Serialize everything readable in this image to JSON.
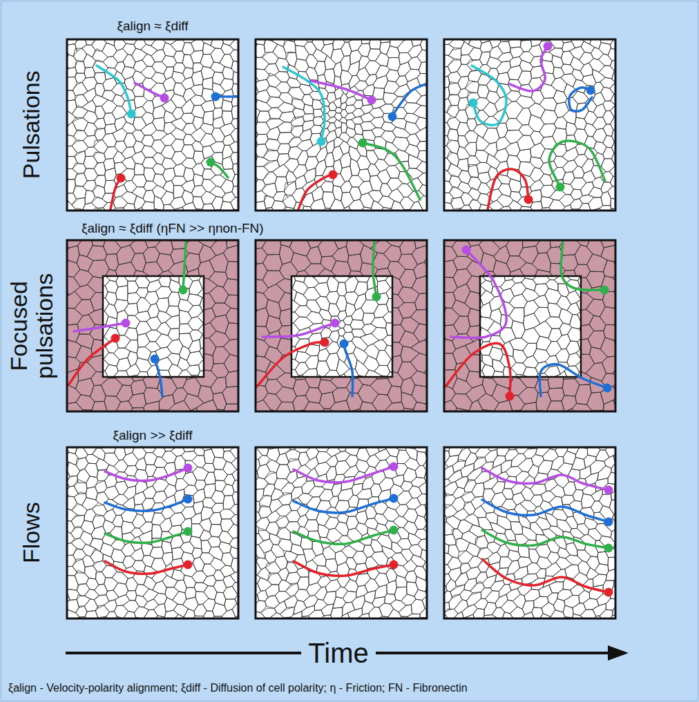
{
  "diagram": {
    "labels": [
      "ξalign ≈ ξdiff",
      "Pulsations",
      "ξalign ≈ ξdiff (ηFN >> ηnon-FN)",
      "Focused pulsations",
      "ξalign >> ξdiff",
      "Flows",
      "Time",
      "ξalign - Velocity-polarity alignment; ξdiff - Diffusion of cell polarity; η - Friction; FN - Fibronectin"
    ]
  }
}
